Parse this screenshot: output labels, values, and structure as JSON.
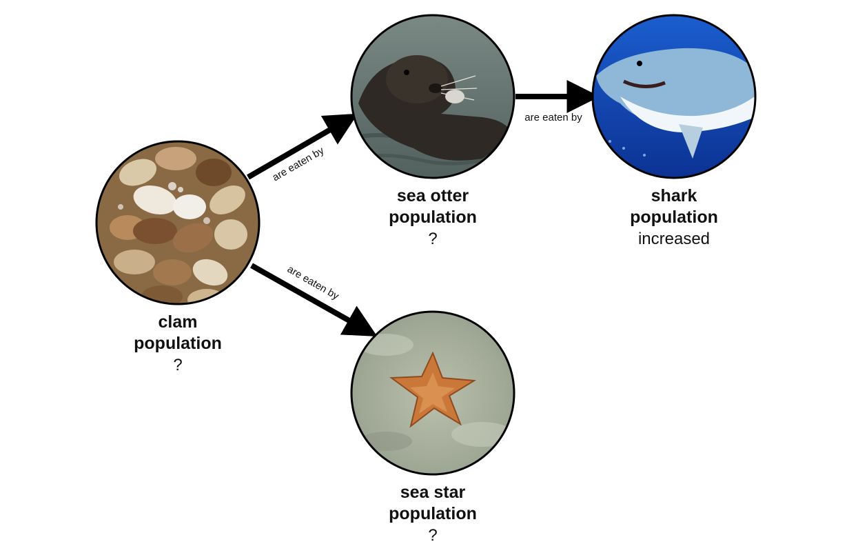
{
  "nodes": {
    "clam": {
      "name_line1": "clam",
      "name_line2": "population",
      "status": "?"
    },
    "sea_otter": {
      "name_line1": "sea otter",
      "name_line2": "population",
      "status": "?"
    },
    "shark": {
      "name_line1": "shark",
      "name_line2": "population",
      "status": "increased"
    },
    "sea_star": {
      "name_line1": "sea star",
      "name_line2": "population",
      "status": "?"
    }
  },
  "edges": [
    {
      "from": "clam",
      "to": "sea_otter",
      "label": "are eaten by"
    },
    {
      "from": "clam",
      "to": "sea_star",
      "label": "are eaten by"
    },
    {
      "from": "sea_otter",
      "to": "shark",
      "label": "are eaten by"
    }
  ]
}
